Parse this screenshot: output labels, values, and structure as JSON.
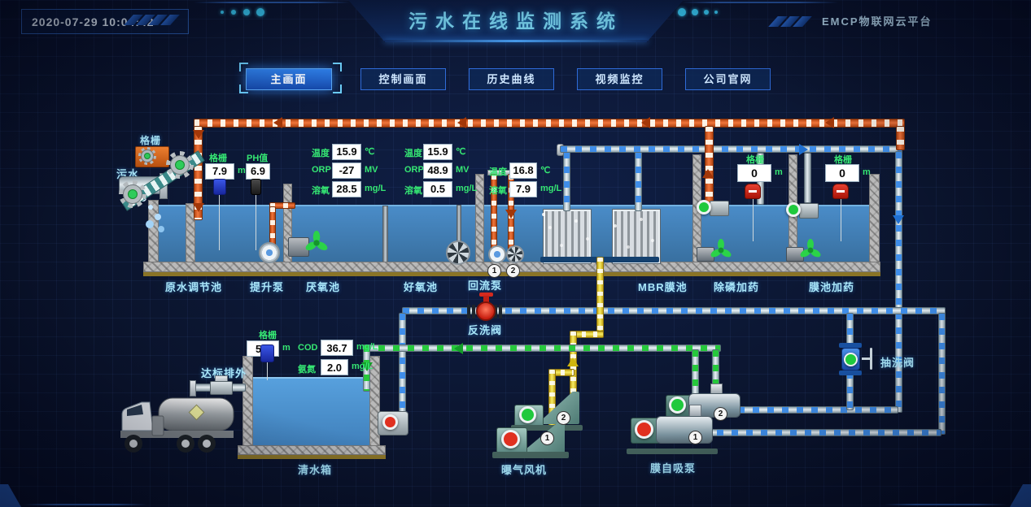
{
  "header": {
    "datetime": "2020-07-29  10:04:42",
    "title": "污水在线监测系统",
    "platform": "EMCP物联网云平台"
  },
  "nav": {
    "items": [
      {
        "label": "主画面",
        "active": true
      },
      {
        "label": "控制画面",
        "active": false
      },
      {
        "label": "历史曲线",
        "active": false
      },
      {
        "label": "视频监控",
        "active": false
      },
      {
        "label": "公司官网",
        "active": false
      }
    ]
  },
  "inlet": {
    "sewage": "污水",
    "screen": "格栅"
  },
  "readouts": {
    "raw_level": {
      "label": "格栅",
      "value": "7.9",
      "unit": "m"
    },
    "ph": {
      "label": "PH值",
      "value": "6.9",
      "unit": ""
    },
    "anaerobic": {
      "rows": [
        {
          "label": "温度",
          "value": "15.9",
          "unit": "℃"
        },
        {
          "label": "ORP",
          "value": "-27",
          "unit": "MV"
        },
        {
          "label": "溶氧",
          "value": "28.5",
          "unit": "mg/L"
        }
      ]
    },
    "aerobic": {
      "rows": [
        {
          "label": "温度",
          "value": "15.9",
          "unit": "℃"
        },
        {
          "label": "ORP",
          "value": "48.9",
          "unit": "MV"
        },
        {
          "label": "溶氧",
          "value": "0.5",
          "unit": "mg/L"
        }
      ]
    },
    "mbr": {
      "rows": [
        {
          "label": "温度",
          "value": "16.8",
          "unit": "℃"
        },
        {
          "label": "溶氧",
          "value": "7.9",
          "unit": "mg/L"
        }
      ]
    },
    "phos_level": {
      "label": "格栅",
      "value": "0",
      "unit": "m"
    },
    "mem_level": {
      "label": "格栅",
      "value": "0",
      "unit": "m"
    },
    "clean_level": {
      "label": "格栅",
      "value": "5.9",
      "unit": "m"
    },
    "clean_cod": {
      "label": "COD",
      "value": "36.7",
      "unit": "mg/L"
    },
    "clean_nh3": {
      "label": "氨氮",
      "value": "2.0",
      "unit": "mg/L"
    }
  },
  "labels": {
    "raw_tank": "原水调节池",
    "lift_pump": "提升泵",
    "anaerobic_tank": "厌氧池",
    "aerobic_tank": "好氧池",
    "reflux_pump": "回流泵",
    "mbr_tank": "MBR膜池",
    "phos_dosing": "除磷加药",
    "mem_dosing": "膜池加药",
    "clean_tank": "清水箱",
    "discharge": "达标排外",
    "blower": "曝气风机",
    "self_priming_pump": "膜自吸泵",
    "backwash_valve": "反洗阀",
    "suction_valve": "抽洗阀"
  },
  "badges": {
    "one": "1",
    "two": "2"
  },
  "status_colors": {
    "running": "#1fc93d",
    "stopped": "#e03020",
    "pipe_orange": "#e0562a",
    "pipe_dash_blue": "#4a90e2",
    "pipe_dash_green": "#27c83c",
    "pipe_yellow": "#f0dc3c",
    "accent_blue": "#2f7bdc",
    "title_cyan": "#7cd9f5",
    "label_green": "#35e673",
    "water_blue": "#3c7fbb"
  }
}
